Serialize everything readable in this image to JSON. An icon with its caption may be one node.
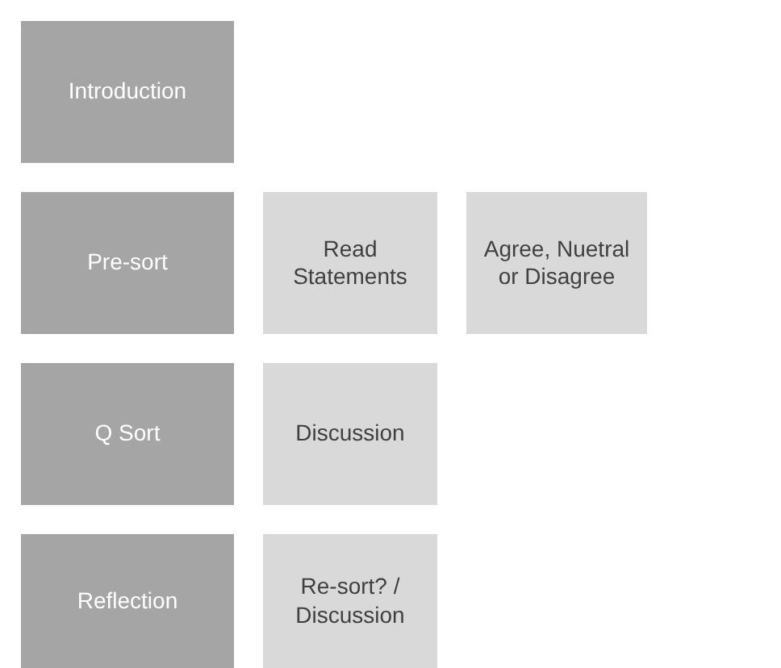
{
  "diagram": {
    "nodes": [
      {
        "text": [
          "Introduction"
        ]
      },
      {
        "text": [
          "Pre-sort"
        ]
      },
      {
        "text": [
          "Read Statements"
        ]
      },
      {
        "text": [
          "Agree, Nuetral or Disagree"
        ]
      },
      {
        "text": [
          "Q Sort"
        ]
      },
      {
        "text": [
          "Discussion"
        ]
      },
      {
        "text": [
          "Reflection"
        ]
      },
      {
        "text": [
          "Re-sort? / Discussion"
        ]
      }
    ]
  }
}
